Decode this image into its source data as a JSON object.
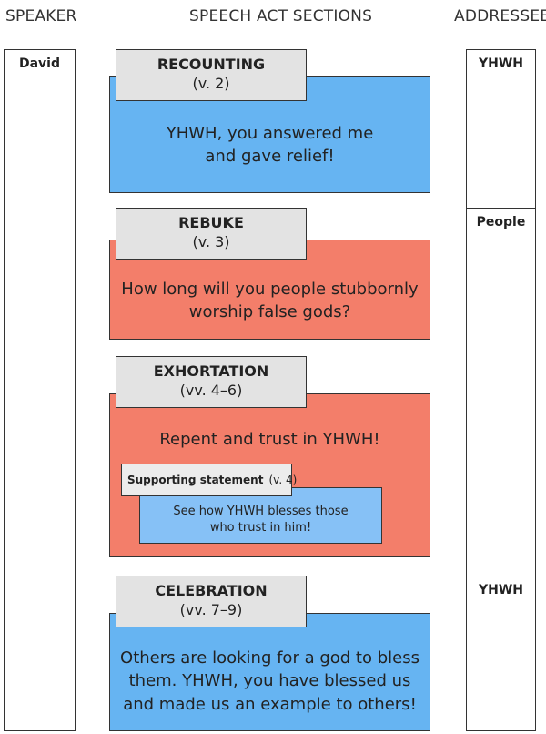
{
  "headers": {
    "speaker": "SPEAKER",
    "sections": "SPEECH ACT SECTIONS",
    "addressee": "ADDRESSEE"
  },
  "speaker": {
    "name": "David"
  },
  "addressees": [
    {
      "name": "YHWH"
    },
    {
      "name": "People"
    },
    {
      "name": "YHWH"
    }
  ],
  "sections": [
    {
      "name": "RECOUNTING",
      "verses": "(v. 2)",
      "text": "YHWH, you answered me and gave relief!",
      "color": "#66b4f2"
    },
    {
      "name": "REBUKE",
      "verses": "(v. 3)",
      "text": "How long will you people stubbornly worship false gods?",
      "color": "#f37e6a"
    },
    {
      "name": "EXHORTATION",
      "verses": "(vv. 4–6)",
      "text": "Repent and trust in YHWH!",
      "color": "#f37e6a",
      "support": {
        "label": "Supporting statement",
        "verses": "(v. 4)",
        "text": "See how YHWH blesses those who trust in him!",
        "color": "#86c1f6"
      }
    },
    {
      "name": "CELEBRATION",
      "verses": "(vv. 7–9)",
      "text": "Others are looking for a god to bless them. YHWH, you have blessed us and made us an example to others!",
      "color": "#66b4f2"
    }
  ]
}
